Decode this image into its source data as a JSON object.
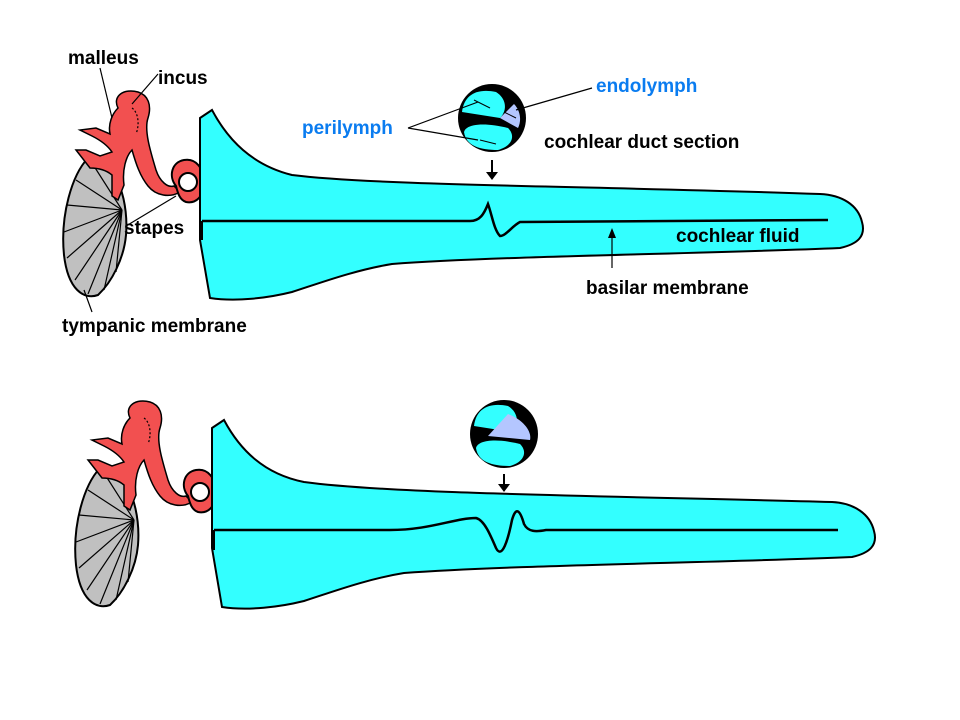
{
  "labels": {
    "malleus": "malleus",
    "incus": "incus",
    "stapes": "stapes",
    "tympanic_membrane": "tympanic membrane",
    "perilymph": "perilymph",
    "endolymph": "endolymph",
    "cochlear_duct_section": "cochlear duct section",
    "cochlear_fluid": "cochlear fluid",
    "basilar_membrane": "basilar membrane"
  },
  "colors": {
    "fluid": "#33ffff",
    "ossicles": "#f25050",
    "tympanic": "#c0c0c0",
    "endolymph_fill": "#b4c6ff",
    "blue_text": "#0a7cf0",
    "ink": "#000000"
  }
}
